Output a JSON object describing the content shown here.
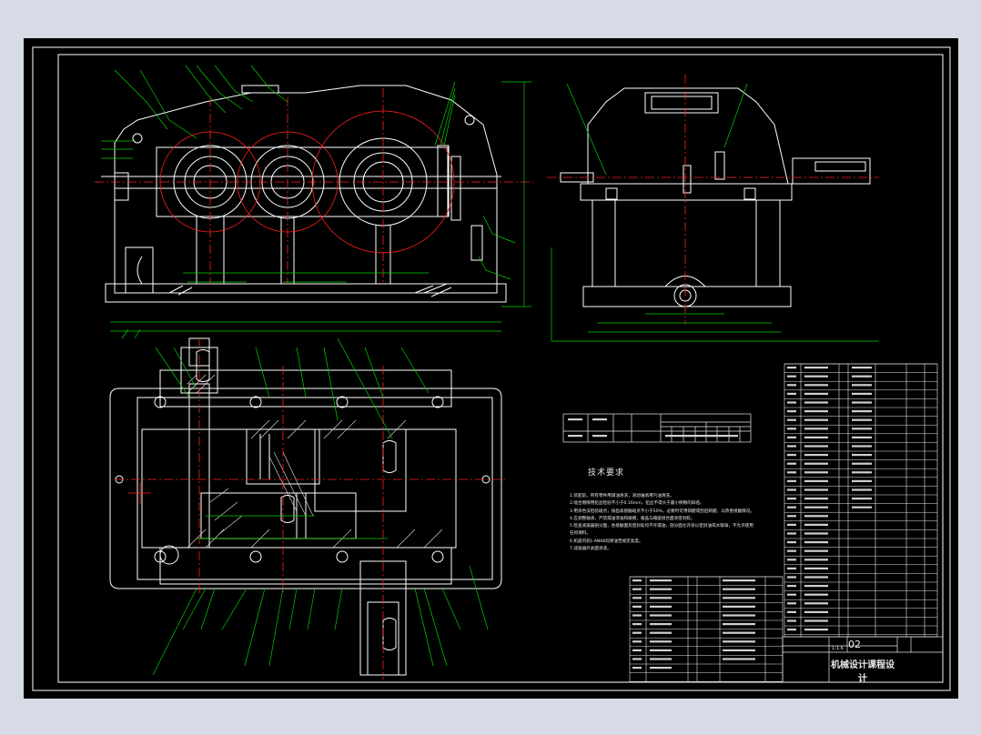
{
  "technical_requirements": {
    "title": "技术要求",
    "items": [
      "1.装配前，所有零件用煤油清洗，滚动轴承用汽油清洗。",
      "2.啮合侧隙用铅丝检验不小于0.16mm，铅丝不得大于最小侧隙的四倍。",
      "3.用涂色法检验斑点，按齿高接触斑点不小于50%，必要时可用研磨或刮后研磨，以改善接触情况。",
      "4.应调整轴承，严禁漏油渗油和碰擦，箱盖与箱座接合面涂密封胶。",
      "5.检查减速器剖分面，各接触面及密封处均不许漏油，剖分面允许涂以密封油或水玻璃，不允许使用",
      "任何填料。",
      "6.机座内装L-AN68润滑油至规定高度。",
      "7.减速器外表面涂漆。"
    ]
  },
  "title_block": {
    "main_title": "机械设计课程设计",
    "drawing_number": "02",
    "scale": "1:1.6"
  },
  "colors": {
    "background": "#000000",
    "frame": "#ffffff",
    "centerline": "#ff2020",
    "dimension": "#00d000",
    "body": "#e8e8e8"
  }
}
